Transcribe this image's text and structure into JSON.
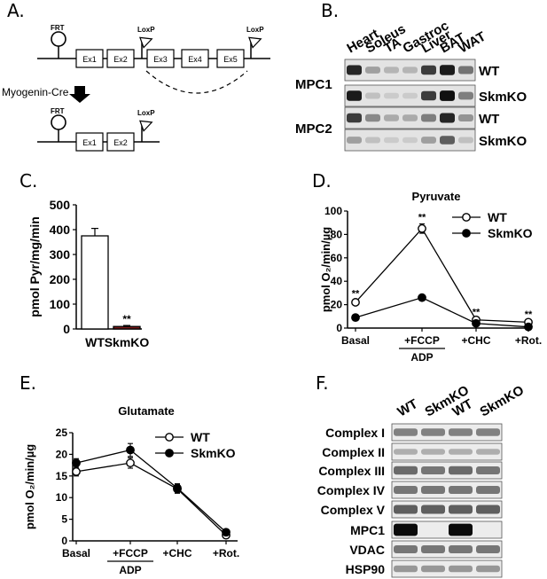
{
  "panels": {
    "a": {
      "letter": "A.",
      "frt": "FRT",
      "loxp_1": "LoxP",
      "loxp_2": "LoxP",
      "loxp_3": "LoxP",
      "frt_2": "FRT",
      "exons_top": [
        "Ex1",
        "Ex2",
        "Ex3",
        "Ex4",
        "Ex5"
      ],
      "exons_bottom": [
        "Ex1",
        "Ex2"
      ],
      "cre_label": "Myogenin-Cre"
    },
    "b": {
      "letter": "B.",
      "tissues": [
        "Heart",
        "Soleus",
        "TA",
        "Gastroc",
        "Liver",
        "BAT",
        "WAT"
      ],
      "protein_1": "MPC1",
      "protein_2": "MPC2",
      "row_labels": [
        "WT",
        "SkmKO",
        "WT",
        "SkmKO"
      ],
      "band_intensity": [
        [
          0.85,
          0.3,
          0.2,
          0.2,
          0.75,
          0.9,
          0.5
        ],
        [
          0.9,
          0.15,
          0.1,
          0.1,
          0.75,
          0.95,
          0.45
        ],
        [
          0.75,
          0.4,
          0.25,
          0.25,
          0.45,
          0.85,
          0.35
        ],
        [
          0.3,
          0.15,
          0.1,
          0.1,
          0.3,
          0.6,
          0.15
        ]
      ]
    },
    "c": {
      "letter": "C.",
      "chart_data": {
        "type": "bar",
        "categories": [
          "WT",
          "SkmKO"
        ],
        "values": [
          375,
          10
        ],
        "errors": [
          30,
          4
        ],
        "ylabel": "pmol Pyr/mg/min",
        "ylim": [
          0,
          500
        ],
        "yticks": [
          "0",
          "100",
          "200",
          "300",
          "400",
          "500"
        ],
        "annotation": "**",
        "colors": {
          "WT": "#ffffff",
          "SkmKO": "#7a1a1a"
        }
      }
    },
    "d": {
      "letter": "D.",
      "chart_data": {
        "type": "line",
        "title": "Pyruvate",
        "categories": [
          "Basal",
          "+FCCP",
          "+CHC",
          "+Rot."
        ],
        "sub_label": "ADP",
        "ylabel": "pmol O₂/min/µg",
        "ylim": [
          0,
          100
        ],
        "yticks": [
          "0",
          "20",
          "40",
          "60",
          "80",
          "100"
        ],
        "series": [
          {
            "name": "WT",
            "values": [
              22,
              85,
              7,
              5
            ],
            "errors": [
              2,
              4,
              1,
              1
            ],
            "fill": "#ffffff"
          },
          {
            "name": "SkmKO",
            "values": [
              9,
              26,
              4,
              1
            ],
            "errors": [
              1,
              1,
              1,
              0.5
            ],
            "fill": "#000000"
          }
        ],
        "annotations": [
          "**",
          "**",
          "**",
          "**"
        ]
      }
    },
    "e": {
      "letter": "E.",
      "chart_data": {
        "type": "line",
        "title": "Glutamate",
        "categories": [
          "Basal",
          "+FCCP",
          "+CHC",
          "+Rot."
        ],
        "sub_label": "ADP",
        "ylabel": "pmol O₂/min/µg",
        "ylim": [
          0,
          25
        ],
        "yticks": [
          "0",
          "5",
          "10",
          "15",
          "20",
          "25"
        ],
        "series": [
          {
            "name": "WT",
            "values": [
              16,
              18,
              12,
              1.3
            ],
            "errors": [
              1,
              1.2,
              1,
              0.5
            ],
            "fill": "#ffffff"
          },
          {
            "name": "SkmKO",
            "values": [
              18,
              21,
              12.2,
              2
            ],
            "errors": [
              1,
              1.5,
              1,
              0.3
            ],
            "fill": "#000000"
          }
        ]
      }
    },
    "f": {
      "letter": "F.",
      "columns": [
        "WT",
        "SkmKO",
        "WT",
        "SkmKO"
      ],
      "rows": [
        "Complex I",
        "Complex II",
        "Complex III",
        "Complex IV",
        "Complex V",
        "MPC1",
        "VDAC",
        "HSP90"
      ],
      "band_intensity": [
        [
          0.45,
          0.45,
          0.45,
          0.45
        ],
        [
          0.25,
          0.25,
          0.25,
          0.25
        ],
        [
          0.55,
          0.5,
          0.55,
          0.5
        ],
        [
          0.5,
          0.5,
          0.5,
          0.5
        ],
        [
          0.6,
          0.6,
          0.6,
          0.6
        ],
        [
          0.98,
          0.0,
          0.98,
          0.0
        ],
        [
          0.5,
          0.5,
          0.5,
          0.5
        ],
        [
          0.35,
          0.35,
          0.35,
          0.35
        ]
      ]
    }
  }
}
